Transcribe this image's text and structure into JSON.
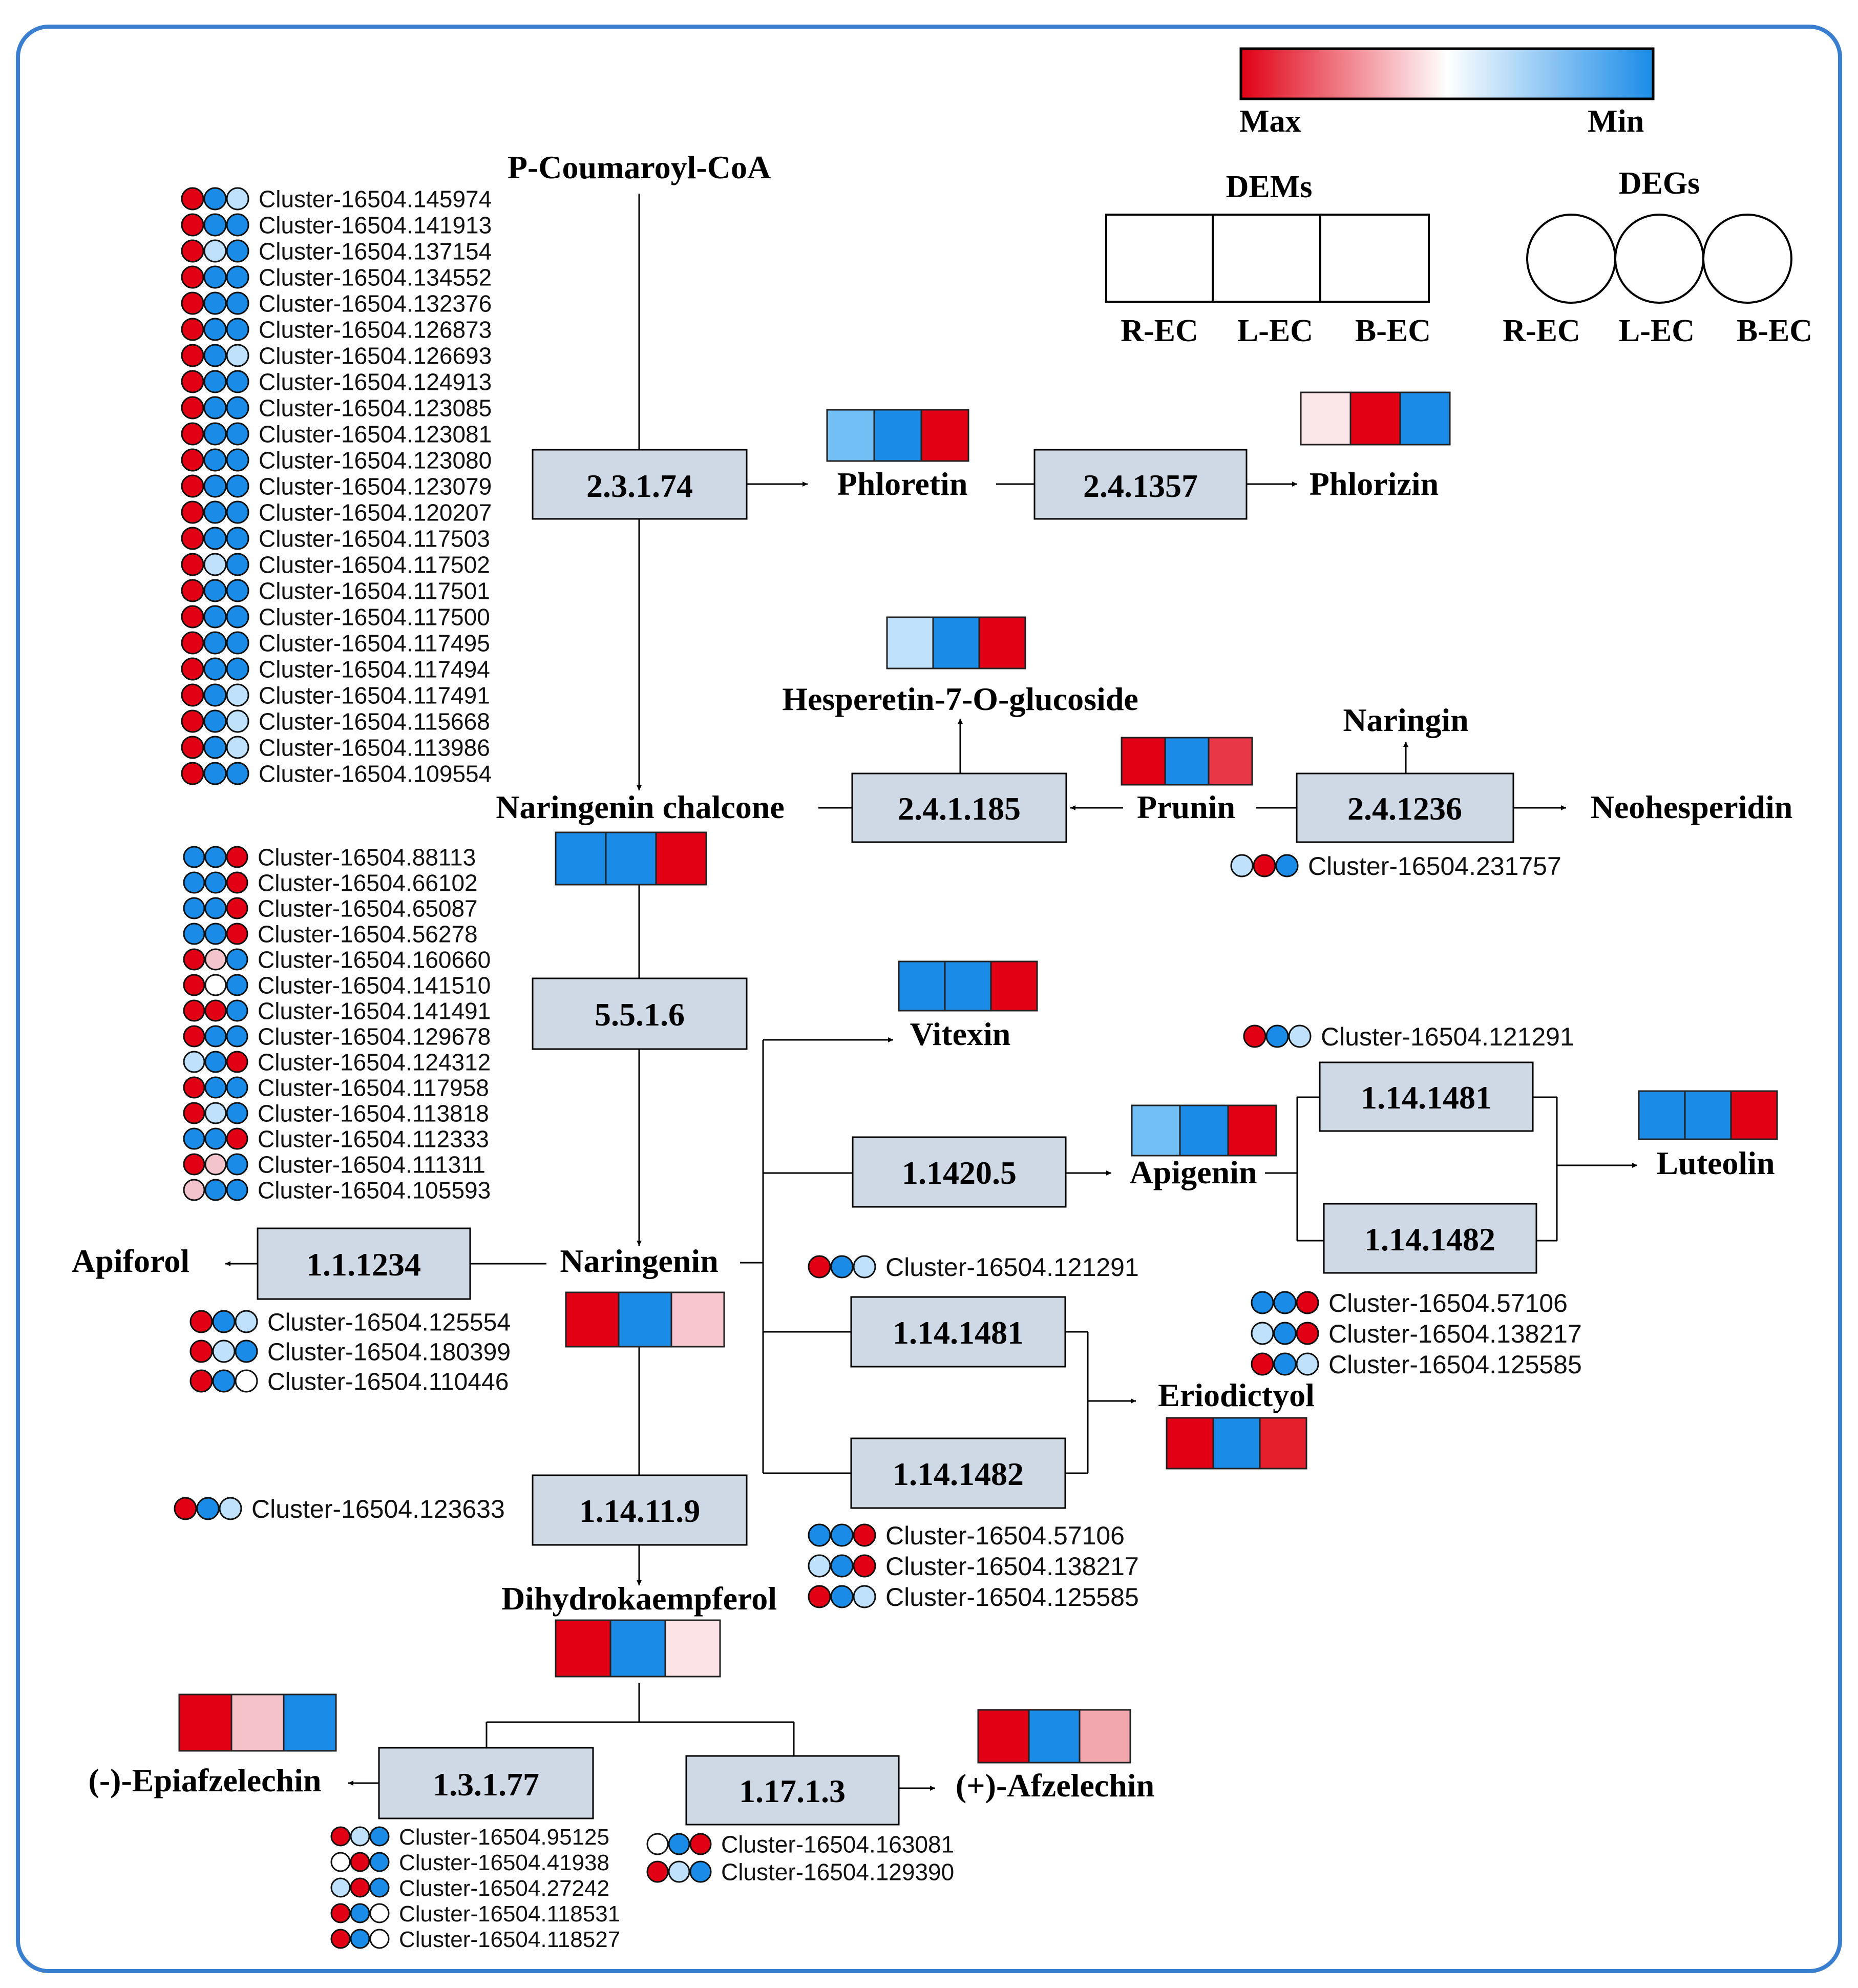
{
  "legend": {
    "max_label": "Max",
    "min_label": "Min",
    "dems_title": "DEMs",
    "degs_title": "DEGs",
    "dems_groups": [
      "R-EC",
      "L-EC",
      "B-EC"
    ],
    "degs_groups": [
      "R-EC",
      "L-EC",
      "B-EC"
    ]
  },
  "colors": {
    "R": "#e10014",
    "r": "#f3c4cc",
    "B": "#1a8ce8",
    "b": "#bfe1fb",
    "frame": "#3a7fcf",
    "enzyme_fill": "#cfd9e5"
  },
  "enzymes": {
    "e2_3_1_74": "2.3.1.74",
    "e2_4_1357": "2.4.1357",
    "e2_4_1_185": "2.4.1.185",
    "e2_4_1236": "2.4.1236",
    "e5_5_1_6": "5.5.1.6",
    "e1_1420_5": "1.1420.5",
    "e1_14_1481_top": "1.14.1481",
    "e1_14_1482_top": "1.14.1482",
    "e1_1_1234": "1.1.1234",
    "e1_14_1481_mid": "1.14.1481",
    "e1_14_1482_mid": "1.14.1482",
    "e1_14_11_9": "1.14.11.9",
    "e1_3_1_77": "1.3.1.77",
    "e1_17_1_3": "1.17.1.3"
  },
  "compounds": {
    "p_coumaroyl": "P-Coumaroyl-CoA",
    "phloretin": "Phloretin",
    "phlorizin": "Phlorizin",
    "hesperetin": "Hesperetin-7-O-glucoside",
    "naringin": "Naringin",
    "prunin": "Prunin",
    "neohesperidin": "Neohesperidin",
    "naringenin_chalcone": "Naringenin chalcone",
    "vitexin": "Vitexin",
    "apigenin": "Apigenin",
    "luteolin": "Luteolin",
    "apiforol": "Apiforol",
    "naringenin": "Naringenin",
    "eriodictyol": "Eriodictyol",
    "dihydrokaempferol": "Dihydrokaempferol",
    "epiafzelechin": "(-)-Epiafzelechin",
    "afzelechin": "(+)-Afzelechin"
  },
  "metabolite_heatmaps": {
    "phloretin": [
      "#72bff5",
      "#1a8ce8",
      "#e10014"
    ],
    "phlorizin": [
      "#fbe6e8",
      "#e10014",
      "#1a8ce8"
    ],
    "hesperetin": [
      "#bfe1fb",
      "#1a8ce8",
      "#e10014"
    ],
    "prunin": [
      "#e10014",
      "#1a8ce8",
      "#e83848"
    ],
    "naringenin_chalcone": [
      "#1a8ce8",
      "#1a8ce8",
      "#e10014"
    ],
    "vitexin": [
      "#1a8ce8",
      "#1a8ce8",
      "#e10014"
    ],
    "apigenin": [
      "#72bff5",
      "#1a8ce8",
      "#e10014"
    ],
    "luteolin": [
      "#1a8ce8",
      "#1a8ce8",
      "#e10014"
    ],
    "naringenin": [
      "#e10014",
      "#1a8ce8",
      "#f8c7cd"
    ],
    "eriodictyol": [
      "#e10014",
      "#1a8ce8",
      "#e61f2c"
    ],
    "dihydrokaempferol": [
      "#e10014",
      "#1a8ce8",
      "#fbe3e6"
    ],
    "epiafzelechin": [
      "#e10014",
      "#f5c2c9",
      "#1a8ce8"
    ],
    "afzelechin": [
      "#e10014",
      "#1a8ce8",
      "#f2a7af"
    ]
  },
  "gene_groups": {
    "g2_3_1_74": [
      {
        "id": "Cluster-16504.145974",
        "c": "RBb"
      },
      {
        "id": "Cluster-16504.141913",
        "c": "RBB"
      },
      {
        "id": "Cluster-16504.137154",
        "c": "RbB"
      },
      {
        "id": "Cluster-16504.134552",
        "c": "RBB"
      },
      {
        "id": "Cluster-16504.132376",
        "c": "RBB"
      },
      {
        "id": "Cluster-16504.126873",
        "c": "RBB"
      },
      {
        "id": "Cluster-16504.126693",
        "c": "RBb"
      },
      {
        "id": "Cluster-16504.124913",
        "c": "RBB"
      },
      {
        "id": "Cluster-16504.123085",
        "c": "RBB"
      },
      {
        "id": "Cluster-16504.123081",
        "c": "RBB"
      },
      {
        "id": "Cluster-16504.123080",
        "c": "RBB"
      },
      {
        "id": "Cluster-16504.123079",
        "c": "RBB"
      },
      {
        "id": "Cluster-16504.120207",
        "c": "RBB"
      },
      {
        "id": "Cluster-16504.117503",
        "c": "RBB"
      },
      {
        "id": "Cluster-16504.117502",
        "c": "RbB"
      },
      {
        "id": "Cluster-16504.117501",
        "c": "RBB"
      },
      {
        "id": "Cluster-16504.117500",
        "c": "RBB"
      },
      {
        "id": "Cluster-16504.117495",
        "c": "RBB"
      },
      {
        "id": "Cluster-16504.117494",
        "c": "RBB"
      },
      {
        "id": "Cluster-16504.117491",
        "c": "RBb"
      },
      {
        "id": "Cluster-16504.115668",
        "c": "RBb"
      },
      {
        "id": "Cluster-16504.113986",
        "c": "RBb"
      },
      {
        "id": "Cluster-16504.109554",
        "c": "RBB"
      }
    ],
    "g5_5_1_6": [
      {
        "id": "Cluster-16504.88113",
        "c": "BBR"
      },
      {
        "id": "Cluster-16504.66102",
        "c": "BBR"
      },
      {
        "id": "Cluster-16504.65087",
        "c": "BBR"
      },
      {
        "id": "Cluster-16504.56278",
        "c": "BBR"
      },
      {
        "id": "Cluster-16504.160660",
        "c": "RrB"
      },
      {
        "id": "Cluster-16504.141510",
        "c": "RwB"
      },
      {
        "id": "Cluster-16504.141491",
        "c": "RRB"
      },
      {
        "id": "Cluster-16504.129678",
        "c": "RBB"
      },
      {
        "id": "Cluster-16504.124312",
        "c": "bBR"
      },
      {
        "id": "Cluster-16504.117958",
        "c": "RBB"
      },
      {
        "id": "Cluster-16504.113818",
        "c": "RbB"
      },
      {
        "id": "Cluster-16504.112333",
        "c": "BBR"
      },
      {
        "id": "Cluster-16504.111311",
        "c": "RrB"
      },
      {
        "id": "Cluster-16504.105593",
        "c": "rBB"
      }
    ],
    "g2_4_1236": [
      {
        "id": "Cluster-16504.231757",
        "c": "bRB"
      }
    ],
    "g1_14_148_top_single": [
      {
        "id": "Cluster-16504.121291",
        "c": "RBb"
      }
    ],
    "g1_14_148_top": [
      {
        "id": "Cluster-16504.57106",
        "c": "BBR"
      },
      {
        "id": "Cluster-16504.138217",
        "c": "bBR"
      },
      {
        "id": "Cluster-16504.125585",
        "c": "RBb"
      }
    ],
    "g1_14_148_mid_single": [
      {
        "id": "Cluster-16504.121291",
        "c": "RBb"
      }
    ],
    "g1_14_148_mid": [
      {
        "id": "Cluster-16504.57106",
        "c": "BBR"
      },
      {
        "id": "Cluster-16504.138217",
        "c": "bBR"
      },
      {
        "id": "Cluster-16504.125585",
        "c": "RBb"
      }
    ],
    "g1_1_1234": [
      {
        "id": "Cluster-16504.125554",
        "c": "RBb"
      },
      {
        "id": "Cluster-16504.180399",
        "c": "RbB"
      },
      {
        "id": "Cluster-16504.110446",
        "c": "RBw"
      }
    ],
    "g1_14_11_9": [
      {
        "id": "Cluster-16504.123633",
        "c": "RBb"
      }
    ],
    "g1_3_1_77": [
      {
        "id": "Cluster-16504.95125",
        "c": "RbB"
      },
      {
        "id": "Cluster-16504.41938",
        "c": "wRB"
      },
      {
        "id": "Cluster-16504.27242",
        "c": "bRB"
      },
      {
        "id": "Cluster-16504.118531",
        "c": "RBw"
      },
      {
        "id": "Cluster-16504.118527",
        "c": "RBw"
      }
    ],
    "g1_17_1_3": [
      {
        "id": "Cluster-16504.163081",
        "c": "wBR"
      },
      {
        "id": "Cluster-16504.129390",
        "c": "RbB"
      }
    ]
  }
}
